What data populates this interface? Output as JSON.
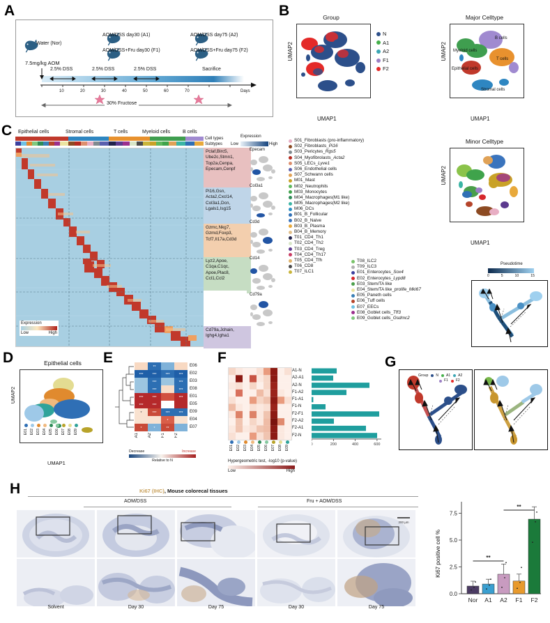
{
  "panels": {
    "A": {
      "label": "A",
      "mice": [
        {
          "label": "Water (Nor)"
        },
        {
          "label": "AOM/DSS day30 (A1)"
        },
        {
          "label": "AOM/DSS day75 (A2)"
        },
        {
          "label": "AOM/DSS+Fru day30 (F1)"
        },
        {
          "label": "AOM/DSS+Fru day75 (F2)"
        }
      ],
      "dose": "7.5mg/kg AOM",
      "dss": [
        "2.5% DSS",
        "2.5% DSS",
        "2.5% DSS"
      ],
      "sacrifice": "Sacrifice",
      "axis_label": "Days",
      "ticks": [
        "10",
        "20",
        "30",
        "40",
        "50",
        "60",
        "70"
      ],
      "fructose": "30% Fructose"
    },
    "B": {
      "label": "B",
      "group_title": "Group",
      "major_title": "Major Celltype",
      "minor_title": "Minor Celltype",
      "xlabel": "UMAP1",
      "ylabel": "UMAP2",
      "group_legend": [
        {
          "name": "N",
          "color": "#2c4f8a"
        },
        {
          "name": "A1",
          "color": "#44b04a"
        },
        {
          "name": "A2",
          "color": "#3aa6b4"
        },
        {
          "name": "F1",
          "color": "#9b7fc4"
        },
        {
          "name": "F2",
          "color": "#e42a28"
        }
      ],
      "major_labels": [
        "B cells",
        "Myeloid cells",
        "T cells",
        "Epithelial cells",
        "Stromal cells"
      ]
    },
    "C": {
      "label": "C",
      "col_groups": [
        "Epithelial cells",
        "Stromal cells",
        "T cells",
        "Myeloid cells",
        "B cells"
      ],
      "row_anno": "Cell types",
      "sub_anno": "Subtypes",
      "expr_title": "Expression",
      "expr_low": "Low",
      "expr_high": "High",
      "gene_blocks": [
        {
          "text": "Pclaf,Birc5,\nUbe2c,Stmn1,\nTop2a,Cenpa,\nEpecam,Cenpf",
          "color": "#e8c0c0"
        },
        {
          "text": "Pi16,Gsn,\nActa2,Cxcl14,\nCol3a1,Dcn,\nLgals1,Isg15",
          "color": "#bfd5e8"
        },
        {
          "text": "Gzmc,Nkg7,\nGzmd,Foxp3,\nTcf7,Il17a,Cd3d",
          "color": "#f3cfae"
        },
        {
          "text": "Lyz2,Apoe,\nC1qa,C1qc,\nApoe,Plac8,\nCcl1,Ccl2",
          "color": "#c6ddc3"
        },
        {
          "text": "Cd79a,Jchain,\nIghg4,Igha1",
          "color": "#cfc6e0"
        }
      ],
      "mini_umaps": [
        "Epecam",
        "Col3a1",
        "Cd3d",
        "Cd14",
        "Cd79a"
      ],
      "heat_legend_title": "Expression",
      "heat_low": "Low",
      "heat_high": "High",
      "celltypes": [
        {
          "id": "S01",
          "name": "S01_Fibroblasts (pro-inflammatory)",
          "color": "#e8aec4"
        },
        {
          "id": "S02",
          "name": "S02_Fibroblasts_Pi16",
          "color": "#8c4a22",
          "italic": "Pi16"
        },
        {
          "id": "S03",
          "name": "S03_Pericytes_Rgs5",
          "color": "#808a8f",
          "italic": "Rgs5"
        },
        {
          "id": "S04",
          "name": "S04_Myofibrolasts_Acta2",
          "color": "#b52a20",
          "italic": "Acta2"
        },
        {
          "id": "S05",
          "name": "S05_LECs_Lyve1",
          "color": "#dd8f6e",
          "italic": "Lyve1"
        },
        {
          "id": "S06",
          "name": "S06_Endothelial cells",
          "color": "#5b5fae"
        },
        {
          "id": "S07",
          "name": "S07_Schwann cells",
          "color": "#e0a257"
        },
        {
          "id": "M01",
          "name": "M01_Mast",
          "color": "#c9a227"
        },
        {
          "id": "M02",
          "name": "M02_Neutrophils",
          "color": "#5db85d"
        },
        {
          "id": "M03",
          "name": "M03_Monocytes",
          "color": "#3fa34b"
        },
        {
          "id": "M04",
          "name": "M04_Macrophages(M1 like)",
          "color": "#2e8b57"
        },
        {
          "id": "M05",
          "name": "M05_Macrophages(M2 like)",
          "color": "#3bb5a5"
        },
        {
          "id": "M06",
          "name": "M06_DCs",
          "color": "#2c8fc4"
        },
        {
          "id": "B01",
          "name": "B01_B_Follicular",
          "color": "#2f6fb5"
        },
        {
          "id": "B02",
          "name": "B02_B_Naive",
          "color": "#3a74bd"
        },
        {
          "id": "B03",
          "name": "B03_B_Plasma",
          "color": "#e8a93b"
        },
        {
          "id": "B04",
          "name": "B04_B_Memory",
          "color": "#e2c08a"
        },
        {
          "id": "T01",
          "name": "T01_CD4_Th1",
          "color": "#21224a"
        },
        {
          "id": "T02",
          "name": "T02_CD4_Th2",
          "color": "#d8e6c8"
        },
        {
          "id": "T03",
          "name": "T03_CD4_Treg",
          "color": "#5c3a8e"
        },
        {
          "id": "T04",
          "name": "T04_CD4_Th17",
          "color": "#c93b63"
        },
        {
          "id": "T05",
          "name": "T05_CD4_Tfh",
          "color": "#e0b36a"
        },
        {
          "id": "T06",
          "name": "T06_CD8",
          "color": "#4a4a4a"
        },
        {
          "id": "T07",
          "name": "T07_ILC1",
          "color": "#c9b53b"
        },
        {
          "id": "T08",
          "name": "T08_ILC2",
          "color": "#79c36a"
        },
        {
          "id": "T09",
          "name": "T09_ILC3",
          "color": "#b0b0b0"
        },
        {
          "id": "E01",
          "name": "E01_Enterocytes_Sox4",
          "color": "#3b3f9e",
          "italic": "Sox4"
        },
        {
          "id": "E02",
          "name": "E02_Enterocytes_Lypd8",
          "color": "#d6272b",
          "italic": "Lypd8"
        },
        {
          "id": "E03",
          "name": "E03_Stem/TA like",
          "color": "#4a9e4a"
        },
        {
          "id": "E04",
          "name": "E04_Stem/TA like_prolife_Mki67",
          "color": "#ece4a0",
          "italic": "Mki67"
        },
        {
          "id": "E05",
          "name": "E05_Paneth cells",
          "color": "#3a7fb5"
        },
        {
          "id": "E06",
          "name": "E06_Tuff cells",
          "color": "#b5442a"
        },
        {
          "id": "E07",
          "name": "E07_EECs",
          "color": "#6ec1e4"
        },
        {
          "id": "E08",
          "name": "E08_Goblet cells_Tff3",
          "color": "#9b2f8e",
          "italic": "Tff3"
        },
        {
          "id": "E09",
          "name": "E09_Goblet cells_Gsdmc2",
          "color": "#7fc97f",
          "italic": "Gsdmc2"
        }
      ],
      "pseudotime_title": "Pseudotime",
      "pseudotime_ticks": [
        "0",
        "5",
        "10",
        "15"
      ]
    },
    "D": {
      "label": "D",
      "title": "Epithelial cells",
      "xlabel": "UMAP1",
      "ylabel": "UMAP2",
      "legend": [
        "E01",
        "E02",
        "E03",
        "E04",
        "E05",
        "E06",
        "E07",
        "E08",
        "E09"
      ],
      "legend_colors": [
        "#2f6fb5",
        "#9ec9e8",
        "#e08a2e",
        "#f0b97e",
        "#2e8b57",
        "#86c9a0",
        "#b8a32a",
        "#e3dc92",
        "#2fa39a"
      ]
    },
    "E": {
      "label": "E",
      "rows": [
        "E06",
        "E02",
        "E03",
        "E08",
        "E01",
        "E05",
        "E09",
        "E04",
        "E07"
      ],
      "cols": [
        "A1",
        "A2",
        "F1",
        "F2"
      ],
      "legend_decrease": "Decrease",
      "legend_increase": "Increase",
      "legend_rel": "Relative to N"
    },
    "F": {
      "label": "F",
      "rows": [
        "A1-N",
        "A2-A1",
        "A2-N",
        "F1-A2",
        "F1-A1",
        "F1-N",
        "F2-F1",
        "F2-A2",
        "F2-A1",
        "F2-N"
      ],
      "cols": [
        "E01",
        "E02",
        "E03",
        "E04",
        "E05",
        "E06",
        "E07",
        "E08",
        "E09"
      ],
      "axis_title": "Hypergeometric test, -log10 (p-value)",
      "legend_low": "Low",
      "legend_high": "High",
      "bar_ticks": [
        "0",
        "200",
        "400",
        "600"
      ]
    },
    "G": {
      "label": "G",
      "legend_title": "Group",
      "legend": [
        {
          "name": "N",
          "color": "#2c4f8a"
        },
        {
          "name": "A1",
          "color": "#44b04a"
        },
        {
          "name": "A2",
          "color": "#3aa6b4"
        },
        {
          "name": "F1",
          "color": "#9b7fc4"
        },
        {
          "name": "F2",
          "color": "#e42a28"
        }
      ]
    },
    "H": {
      "label": "H",
      "title_stain": "Ki67 (IHC)",
      "title_rest": ", Mouse colorecal tissues",
      "group_left": "AOM/DSS",
      "group_right": "Fru + AOM/DSS",
      "col_labels": [
        "Solvent",
        "Day 30",
        "Day 75",
        "Day 30",
        "Day 75"
      ],
      "scalebar": "200 µm",
      "chart_ylabel": "Ki67 positive cell %",
      "sig1": "**",
      "sig2": "**"
    }
  },
  "chart_data": [
    {
      "type": "bar",
      "id": "panelF-bars",
      "title": "",
      "categories": [
        "A1-N",
        "A2-A1",
        "A2-N",
        "F1-A2",
        "F1-A1",
        "F1-N",
        "F2-F1",
        "F2-A2",
        "F2-A1",
        "F2-N"
      ],
      "values": [
        230,
        200,
        530,
        320,
        15,
        130,
        620,
        205,
        500,
        600
      ],
      "xlabel": "",
      "ylabel": "",
      "xlim": [
        0,
        660
      ],
      "ticks": [
        0,
        200,
        400,
        600
      ],
      "color": "#1f9e9e",
      "orientation": "horizontal",
      "grid": false,
      "legend": "none"
    },
    {
      "type": "heatmap",
      "id": "panelE-heatmap",
      "title": "",
      "rows": [
        "E06",
        "E02",
        "E03",
        "E08",
        "E01",
        "E05",
        "E09",
        "E04",
        "E07"
      ],
      "columns": [
        "A1",
        "A2",
        "F1",
        "F2"
      ],
      "values": [
        [
          0.25,
          -0.85,
          -0.45,
          0.2
        ],
        [
          -0.9,
          -0.9,
          -0.85,
          -0.9
        ],
        [
          -0.35,
          -0.85,
          -0.3,
          -0.8
        ],
        [
          -0.4,
          -0.85,
          0.2,
          -0.85
        ],
        [
          0.9,
          0.9,
          0.75,
          0.9
        ],
        [
          0.9,
          0.9,
          0.0,
          0.9
        ],
        [
          0.3,
          0.85,
          -0.8,
          -0.85
        ],
        [
          0.25,
          0.2,
          0.7,
          0.25
        ],
        [
          0.8,
          -0.55,
          0.75,
          -0.5
        ]
      ],
      "stars": [
        [
          "",
          "**",
          "",
          ""
        ],
        [
          "***",
          "***",
          "***",
          "***"
        ],
        [
          "",
          "***",
          "",
          "***"
        ],
        [
          "",
          "***",
          "",
          "***"
        ],
        [
          "***",
          "***",
          "",
          "***"
        ],
        [
          "***",
          "***",
          "",
          ""
        ],
        [
          "*",
          "***",
          "***",
          "***"
        ],
        [
          "",
          "",
          "*",
          ""
        ],
        [
          "*",
          "*",
          "**",
          ""
        ]
      ],
      "colorbar": {
        "low": "Decrease",
        "high": "Increase",
        "note": "Relative to N",
        "low_color": "#1b5fa8",
        "high_color": "#c0342b"
      },
      "ylabel": "",
      "xlabel": ""
    },
    {
      "type": "heatmap",
      "id": "panelF-heatmap",
      "title": "",
      "rows": [
        "A1-N",
        "A2-A1",
        "A2-N",
        "F1-A2",
        "F1-A1",
        "F1-N",
        "F2-F1",
        "F2-A2",
        "F2-A1",
        "F2-N"
      ],
      "columns": [
        "E01",
        "E02",
        "E03",
        "E04",
        "E05",
        "E06",
        "E07",
        "E08",
        "E09"
      ],
      "values": [
        [
          0.25,
          0.15,
          0.1,
          0.1,
          0.2,
          0.45,
          0.95,
          0.1,
          0.2
        ],
        [
          0.1,
          0.9,
          0.1,
          0.6,
          0.15,
          0.25,
          0.95,
          0.1,
          0.1
        ],
        [
          0.15,
          0.2,
          0.1,
          0.25,
          0.1,
          0.25,
          0.9,
          0.1,
          0.1
        ],
        [
          0.1,
          0.55,
          0.1,
          0.1,
          0.35,
          0.2,
          0.85,
          0.15,
          0.1
        ],
        [
          0.2,
          0.1,
          0.1,
          0.45,
          0.25,
          0.3,
          0.95,
          0.45,
          0.2
        ],
        [
          0.35,
          0.15,
          0.1,
          0.2,
          0.15,
          0.2,
          0.9,
          0.1,
          0.1
        ],
        [
          0.15,
          0.5,
          0.1,
          0.5,
          0.15,
          0.3,
          0.95,
          0.1,
          0.1
        ],
        [
          0.1,
          0.3,
          0.1,
          0.25,
          0.15,
          0.4,
          1.0,
          0.55,
          0.1
        ],
        [
          0.15,
          0.35,
          0.15,
          0.2,
          0.3,
          0.35,
          0.95,
          0.15,
          0.1
        ],
        [
          0.2,
          0.1,
          0.1,
          0.45,
          0.2,
          0.35,
          0.95,
          0.15,
          0.1
        ]
      ],
      "axis_title": "Hypergeometric test, -log10 (p-value)",
      "colorbar": {
        "low": "Low",
        "high": "High",
        "low_color": "#fdece4",
        "high_color": "#8b1a1a"
      }
    },
    {
      "type": "bar",
      "id": "panelH-bars",
      "title": "",
      "categories": [
        "Nor",
        "A1",
        "A2",
        "F1",
        "F2"
      ],
      "values": [
        0.72,
        0.9,
        1.82,
        1.18,
        6.95
      ],
      "errors": [
        0.45,
        0.45,
        0.95,
        0.65,
        1.15
      ],
      "points": [
        [
          0.35,
          0.6,
          1.1
        ],
        [
          0.45,
          0.8,
          1.35
        ],
        [
          0.6,
          1.5,
          2.9
        ],
        [
          0.5,
          1.05,
          2.45
        ],
        [
          4.8,
          6.7,
          7.6
        ]
      ],
      "colors": [
        "#4b3b63",
        "#3a9fd0",
        "#c89bc0",
        "#e89a2c",
        "#1b7a3a"
      ],
      "ylabel": "Ki67 positive cell %",
      "xlabel": "",
      "ylim": [
        0,
        8.6
      ],
      "yticks": [
        0.0,
        2.5,
        5.0,
        7.5
      ],
      "ytick_labels": [
        "0.0",
        "2.5",
        "5.0",
        "7.5"
      ],
      "significance": [
        {
          "from": "Nor",
          "to": "A2",
          "label": "**"
        },
        {
          "from": "A2",
          "to": "F2",
          "label": "**"
        }
      ],
      "grid": false
    }
  ]
}
